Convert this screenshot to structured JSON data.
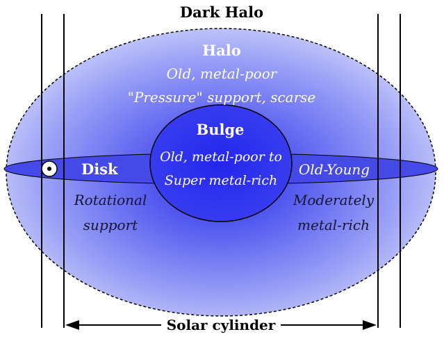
{
  "title": "Dark Halo",
  "halo": {
    "name": "Halo",
    "line1": "Old, metal-poor",
    "line2": "\"Pressure\" support, scarse"
  },
  "bulge": {
    "name": "Bulge",
    "line1": "Old, metal-poor to",
    "line2": "Super metal-rich"
  },
  "disk": {
    "name": "Disk",
    "age": "Old-Young",
    "left_line1": "Rotational",
    "left_line2": "support",
    "right_line1": "Moderately",
    "right_line2": "metal-rich"
  },
  "solar_cylinder": {
    "label": "Solar cylinder"
  },
  "colors": {
    "outer_halo_edge": "#b9bff5",
    "inner_halo": "#3a3ff0",
    "bulge": "#2b2ee8",
    "disk": "#3c40e6",
    "text_dark": "#151530"
  },
  "icons": {
    "sun_symbol": "sun-icon"
  }
}
